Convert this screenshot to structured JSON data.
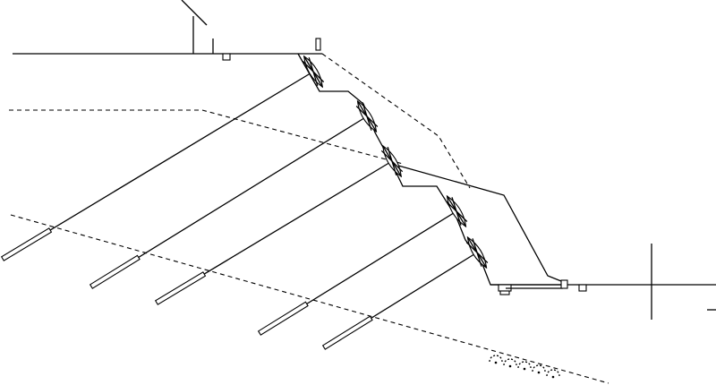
{
  "diagram": {
    "kind": "retaining-slope-cross-section",
    "anchor_count": 5,
    "dashed_strata_count": 3,
    "line_color": "#000000",
    "background": "#ffffff"
  }
}
